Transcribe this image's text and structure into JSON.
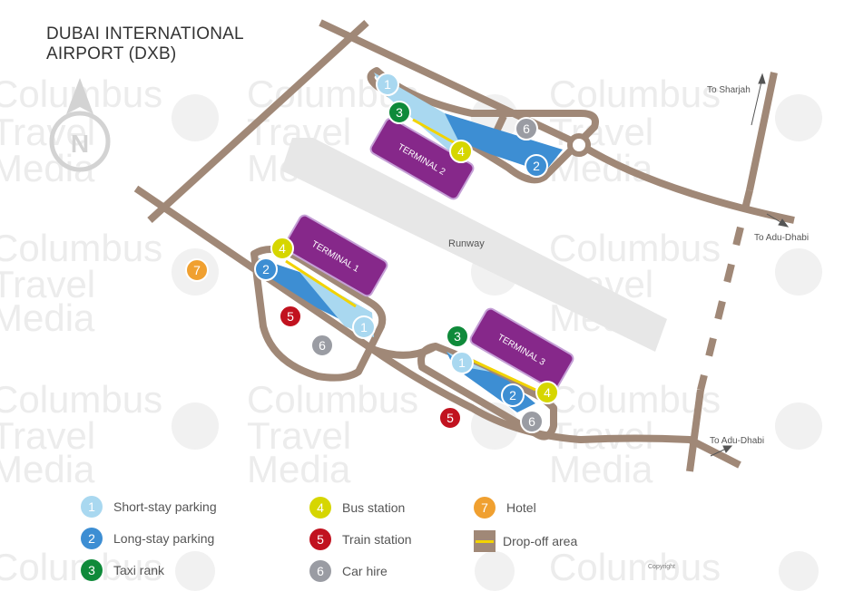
{
  "title": {
    "line1": "DUBAI INTERNATIONAL",
    "line2": "AIRPORT (DXB)"
  },
  "compass": {
    "label": "N",
    "icon": "north-arrow-icon"
  },
  "watermark": {
    "words": [
      "Columbus",
      "Travel",
      "Media"
    ]
  },
  "map_labels": {
    "runway": "Runway",
    "to_sharjah": "To Sharjah",
    "to_abu_dhabi_upper": "To Adu-Dhabi",
    "to_abu_dhabi_lower": "To Adu-Dhabi"
  },
  "terminals": [
    {
      "name": "TERMINAL 1"
    },
    {
      "name": "TERMINAL 2"
    },
    {
      "name": "TERMINAL 3"
    }
  ],
  "legend": [
    {
      "number": "1",
      "label": "Short-stay parking",
      "color": "#a9d8f0"
    },
    {
      "number": "2",
      "label": "Long-stay parking",
      "color": "#3d8ed3"
    },
    {
      "number": "3",
      "label": "Taxi rank",
      "color": "#0f8a3a"
    },
    {
      "number": "4",
      "label": "Bus station",
      "color": "#d6d600"
    },
    {
      "number": "5",
      "label": "Train station",
      "color": "#c1121f"
    },
    {
      "number": "6",
      "label": "Car hire",
      "color": "#9a9ca3"
    },
    {
      "number": "7",
      "label": "Hotel",
      "color": "#f0a030"
    }
  ],
  "dropoff": {
    "label": "Drop-off area",
    "road_color": "#a08877",
    "line_color": "#f2d300"
  },
  "copyright": "Copyright",
  "colors": {
    "terminal": "#86288a",
    "road": "#a08877",
    "runway": "#e7e7e7"
  }
}
